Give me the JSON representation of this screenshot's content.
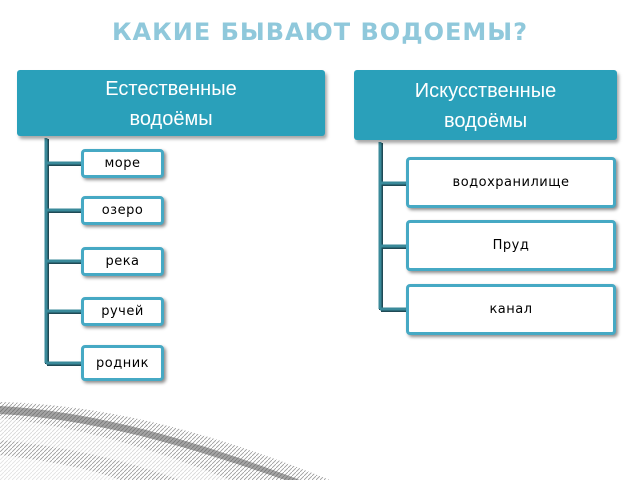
{
  "title": "КАКИЕ БЫВАЮТ ВОДОЕМЫ?",
  "natural": {
    "header_line1": "Естественные",
    "header_line2": "водоёмы",
    "items": [
      "море",
      "озеро",
      "река",
      "ручей",
      "родник"
    ]
  },
  "artificial": {
    "header_line1": "Искусственные",
    "header_line2": "водоёмы",
    "items": [
      "водохранилище",
      "Пруд",
      "канал"
    ]
  },
  "colors": {
    "title": "#8fc8db",
    "header_fill": "#2aa0ba",
    "node_border": "#46a9c4",
    "connector": "#3a8a9a",
    "connector_shadow": "#1f4a55"
  }
}
